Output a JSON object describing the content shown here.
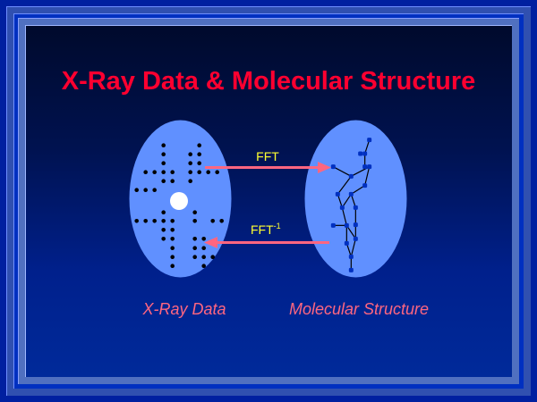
{
  "title": "X-Ray Data & Molecular Structure",
  "arrows": {
    "forward_label": "FFT",
    "inverse_label_base": "FFT",
    "inverse_label_exp": "-1"
  },
  "captions": {
    "left": "X-Ray Data",
    "right": "Molecular Structure"
  },
  "colors": {
    "title": "#ff0030",
    "caption": "#ff6680",
    "arrow": "#ff6680",
    "arrow_label": "#ffff30",
    "ellipse": "#6090ff",
    "node": "#0030c0"
  }
}
